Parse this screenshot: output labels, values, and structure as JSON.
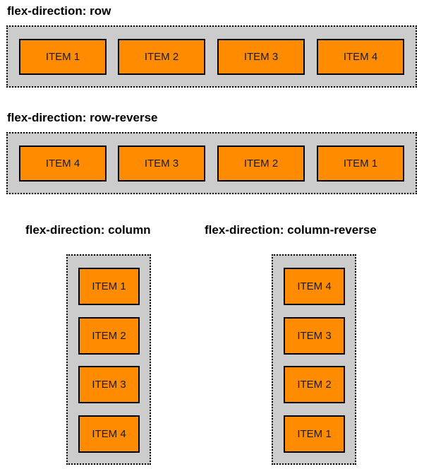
{
  "colors": {
    "container_bg": "#cccccc",
    "item_bg": "#ff8c00",
    "border": "#000000"
  },
  "sections": {
    "row": {
      "heading": "flex-direction: row",
      "items": [
        "ITEM 1",
        "ITEM 2",
        "ITEM 3",
        "ITEM 4"
      ]
    },
    "row_reverse": {
      "heading": "flex-direction: row-reverse",
      "items": [
        "ITEM 4",
        "ITEM 3",
        "ITEM 2",
        "ITEM 1"
      ]
    },
    "column": {
      "heading": "flex-direction: column",
      "items": [
        "ITEM 1",
        "ITEM 2",
        "ITEM 3",
        "ITEM 4"
      ]
    },
    "column_reverse": {
      "heading": "flex-direction: column-reverse",
      "items": [
        "ITEM 4",
        "ITEM 3",
        "ITEM 2",
        "ITEM 1"
      ]
    }
  }
}
